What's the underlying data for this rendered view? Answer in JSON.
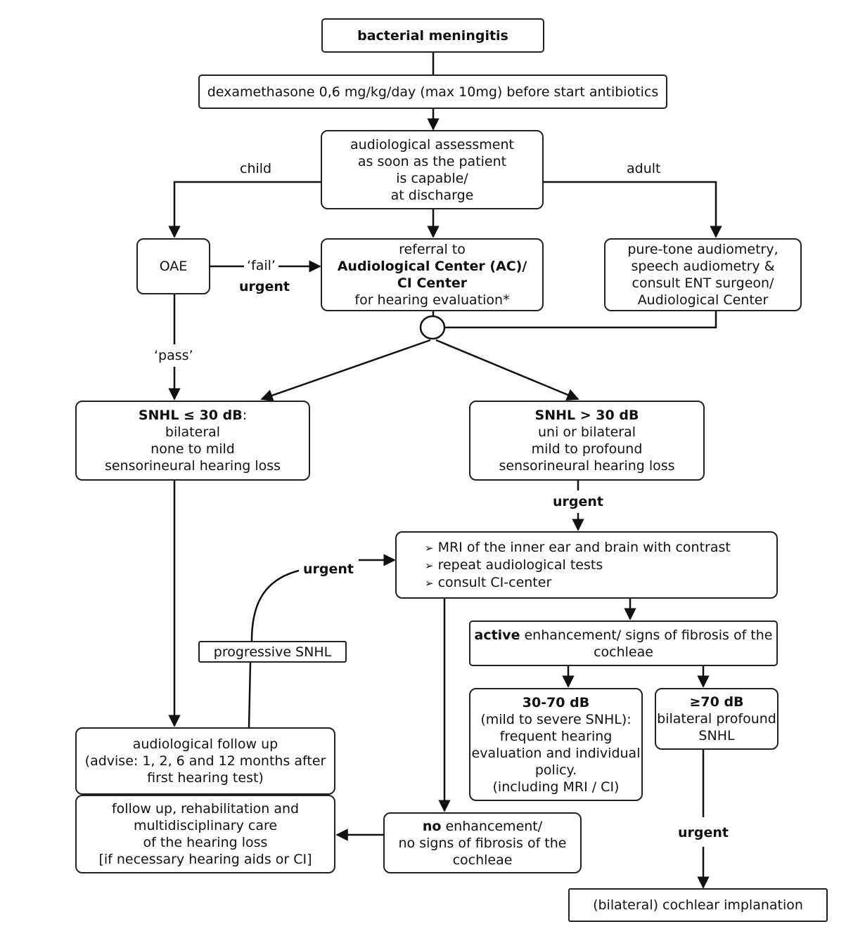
{
  "nodes": {
    "meningitis": "bacterial meningitis",
    "dexamethasone": "dexamethasone 0,6 mg/kg/day (max 10mg) before start antibiotics",
    "assessment": [
      "audiological assessment",
      "as soon as the patient",
      "is capable/",
      "at discharge"
    ],
    "oae": "OAE",
    "referral": {
      "line1": "referral to",
      "line2": "Audiological Center (AC)/",
      "line3": "CI Center",
      "line4": "for hearing evaluation*"
    },
    "adult_tests": [
      "pure-tone audiometry,",
      "speech audiometry &",
      "consult ENT surgeon/",
      "Audiological Center"
    ],
    "snhl_low": {
      "head": "SNHL ≤ 30 dB",
      "colon": ":",
      "lines": [
        "bilateral",
        "none to mild",
        "sensorineural hearing loss"
      ]
    },
    "snhl_high": {
      "head": "SNHL > 30 dB",
      "lines": [
        "uni or bilateral",
        "mild to profound",
        "sensorineural hearing loss"
      ]
    },
    "mri": [
      "MRI of the inner ear and brain with contrast",
      "repeat audiological tests",
      "consult CI-center"
    ],
    "active": {
      "bold": "active",
      "rest": " enhancement/ signs of fibrosis of the",
      "line2": "cochleae"
    },
    "moderate": {
      "head": "30-70 dB",
      "lines": [
        "(mild to severe SNHL):",
        "frequent hearing",
        "evaluation and individual",
        "policy.",
        "(including MRI / CI)"
      ]
    },
    "profound": {
      "head": "≥70 dB",
      "lines": [
        "bilateral profound",
        "SNHL"
      ]
    },
    "followup": [
      "audiological follow up",
      "(advise: 1, 2, 6 and 12 months after",
      "first hearing test)"
    ],
    "rehab": [
      "follow up, rehabilitation and",
      "multidisciplinary care",
      "of the hearing loss",
      "[if necessary hearing aids or CI]"
    ],
    "no_enh": {
      "bold": "no",
      "rest": " enhancement/",
      "line2": "no signs of fibrosis of the",
      "line3": "cochleae"
    },
    "progressive": "progressive SNHL",
    "implant": "(bilateral) cochlear implanation"
  },
  "labels": {
    "child": "child",
    "adult": "adult",
    "fail": "‘fail’",
    "pass": "‘pass’",
    "urgent": "urgent"
  }
}
